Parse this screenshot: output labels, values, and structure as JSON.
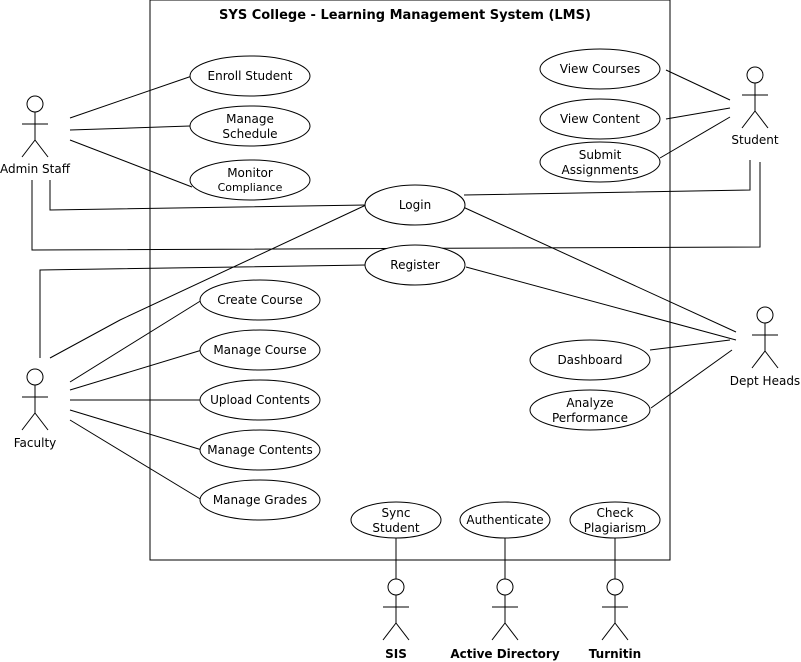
{
  "system": {
    "title": "SYS College - Learning Management System (LMS)"
  },
  "actors": {
    "admin_staff": "Admin Staff",
    "student": "Student",
    "faculty": "Faculty",
    "dept_heads": "Dept Heads",
    "sis": "SIS",
    "active_directory": "Active Directory",
    "turnitin": "Turnitin"
  },
  "use_cases": {
    "enroll_student": [
      "Enroll Student"
    ],
    "manage_schedule": [
      "Manage",
      "Schedule"
    ],
    "monitor_compliance": [
      "Monitor",
      "Compliance"
    ],
    "view_courses": [
      "View Courses"
    ],
    "view_content": [
      "View Content"
    ],
    "submit_assignments": [
      "Submit",
      "Assignments"
    ],
    "login": [
      "Login"
    ],
    "register": [
      "Register"
    ],
    "create_course": [
      "Create Course"
    ],
    "manage_course": [
      "Manage Course"
    ],
    "upload_contents": [
      "Upload Contents"
    ],
    "manage_contents": [
      "Manage Contents"
    ],
    "manage_grades": [
      "Manage Grades"
    ],
    "dashboard": [
      "Dashboard"
    ],
    "analyze_performance": [
      "Analyze",
      "Performance"
    ],
    "sync_student": [
      "Sync",
      "Student"
    ],
    "authenticate": [
      "Authenticate"
    ],
    "check_plagiarism": [
      "Check",
      "Plagiarism"
    ]
  }
}
